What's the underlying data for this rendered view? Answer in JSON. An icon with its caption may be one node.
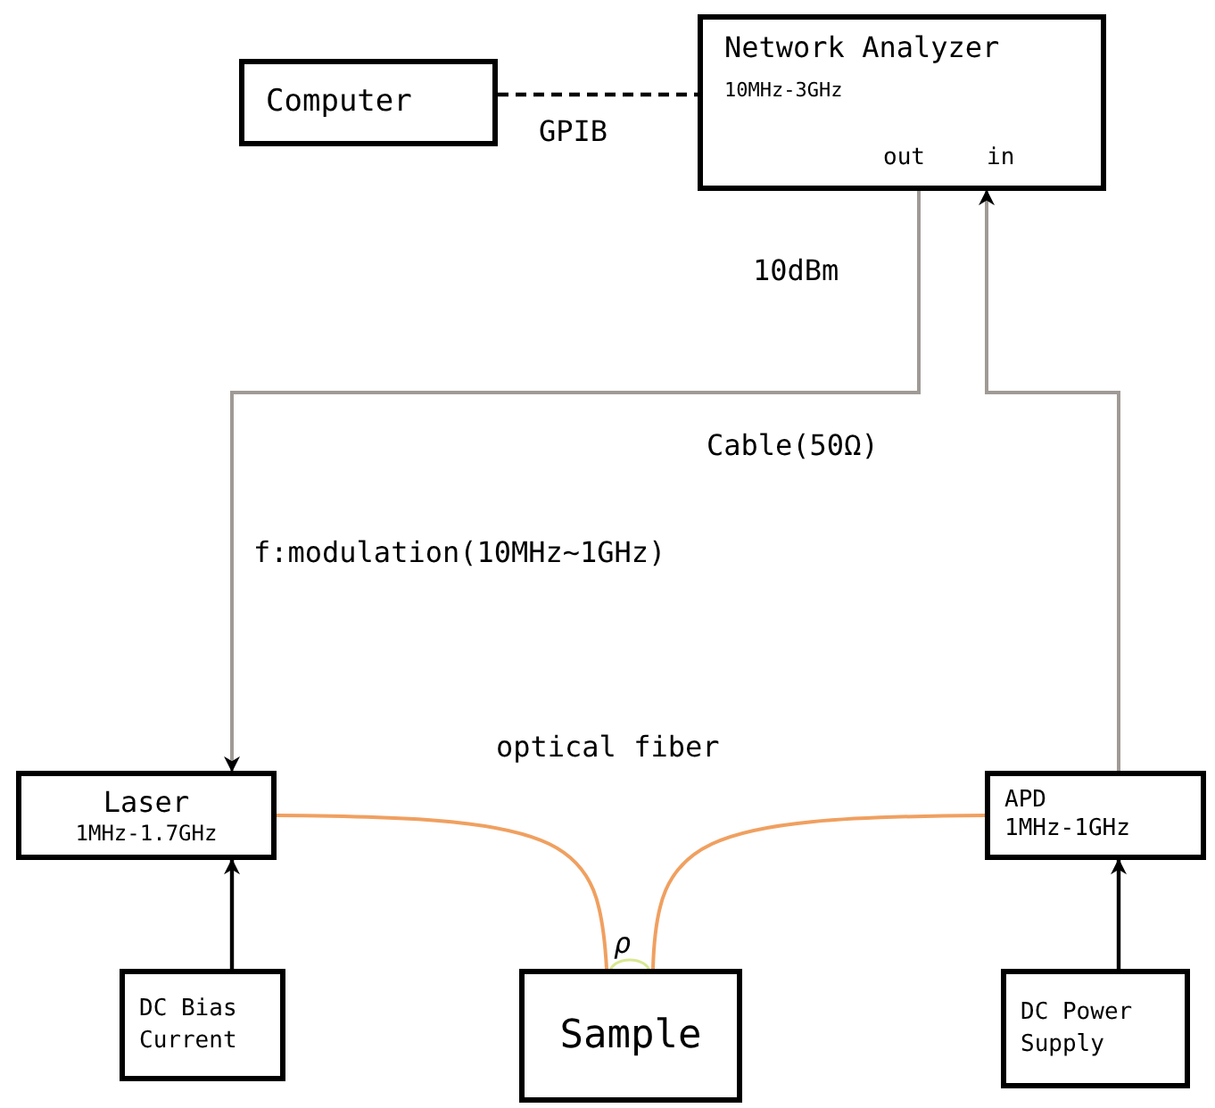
{
  "diagram": {
    "nodes": [
      {
        "text": [
          "Computer"
        ]
      },
      {
        "text": [
          "Network Analyzer",
          "10MHz-3GHz"
        ]
      },
      {
        "text": [
          "Laser",
          "1MHz-1.7GHz"
        ]
      },
      {
        "text": [
          "APD",
          "1MHz-1GHz"
        ]
      },
      {
        "text": [
          "DC Bias Current"
        ]
      },
      {
        "text": [
          "Sample"
        ]
      },
      {
        "text": [
          "DC Power Supply"
        ]
      }
    ],
    "edges": [
      {
        "from": 0,
        "to": 1,
        "arrow": "none",
        "label": "GPIB",
        "style": "dashed"
      },
      {
        "from": 1,
        "to": 2,
        "arrow": "to",
        "color": "#a09a96"
      },
      {
        "from": 3,
        "to": 1,
        "arrow": "to",
        "color": "#a09a96"
      },
      {
        "from": 2,
        "to": 5,
        "arrow": "none",
        "color": "#f0a060"
      },
      {
        "from": 3,
        "to": 5,
        "arrow": "none",
        "color": "#f0a060"
      },
      {
        "from": 4,
        "to": 2,
        "arrow": "to"
      },
      {
        "from": 6,
        "to": 3,
        "arrow": "to"
      }
    ],
    "labels": [
      "out",
      "in",
      "10dBm",
      "Cable(50Ω)",
      "f:modulation(10MHz~1GHz)",
      "optical fiber",
      "ρ"
    ]
  }
}
